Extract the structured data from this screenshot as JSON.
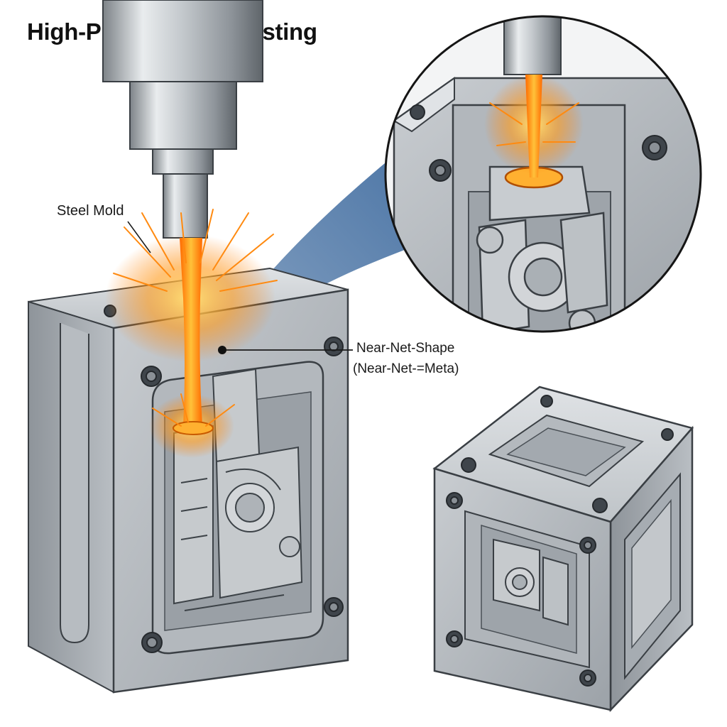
{
  "title": "High-Pressure Die Casting",
  "labels": {
    "steel_mold": "Steel Mold",
    "near_net_shape": "Near-Net-Shape",
    "near_net_meta": "(Near-Net-=Meta)"
  },
  "colors": {
    "steel_light": "#d9dcdf",
    "steel_mid": "#a9aeb3",
    "steel_dark": "#6f757b",
    "molten_metal": "#ff8a00",
    "molten_glow": "#ffd24a",
    "zoom_beam": "#2f5f97"
  }
}
